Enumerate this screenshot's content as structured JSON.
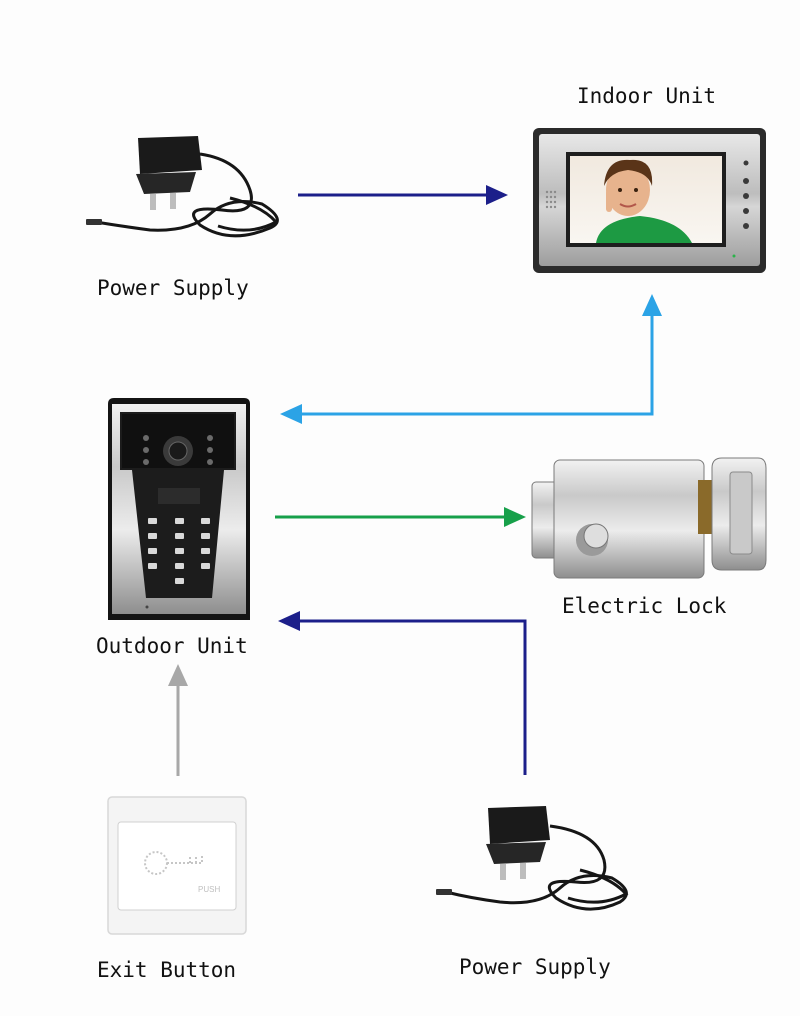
{
  "labels": {
    "indoor_unit": "Indoor Unit",
    "power_supply_top": "Power Supply",
    "outdoor_unit": "Outdoor Unit",
    "electric_lock": "Electric Lock",
    "exit_button": "Exit Button",
    "power_supply_bottom": "Power Supply",
    "push_text": "PUSH"
  },
  "colors": {
    "power_arrow": "#1c1f8a",
    "video_arrow": "#2ba3e6",
    "lock_arrow": "#17a04a",
    "exit_arrow": "#a8a8a8"
  }
}
